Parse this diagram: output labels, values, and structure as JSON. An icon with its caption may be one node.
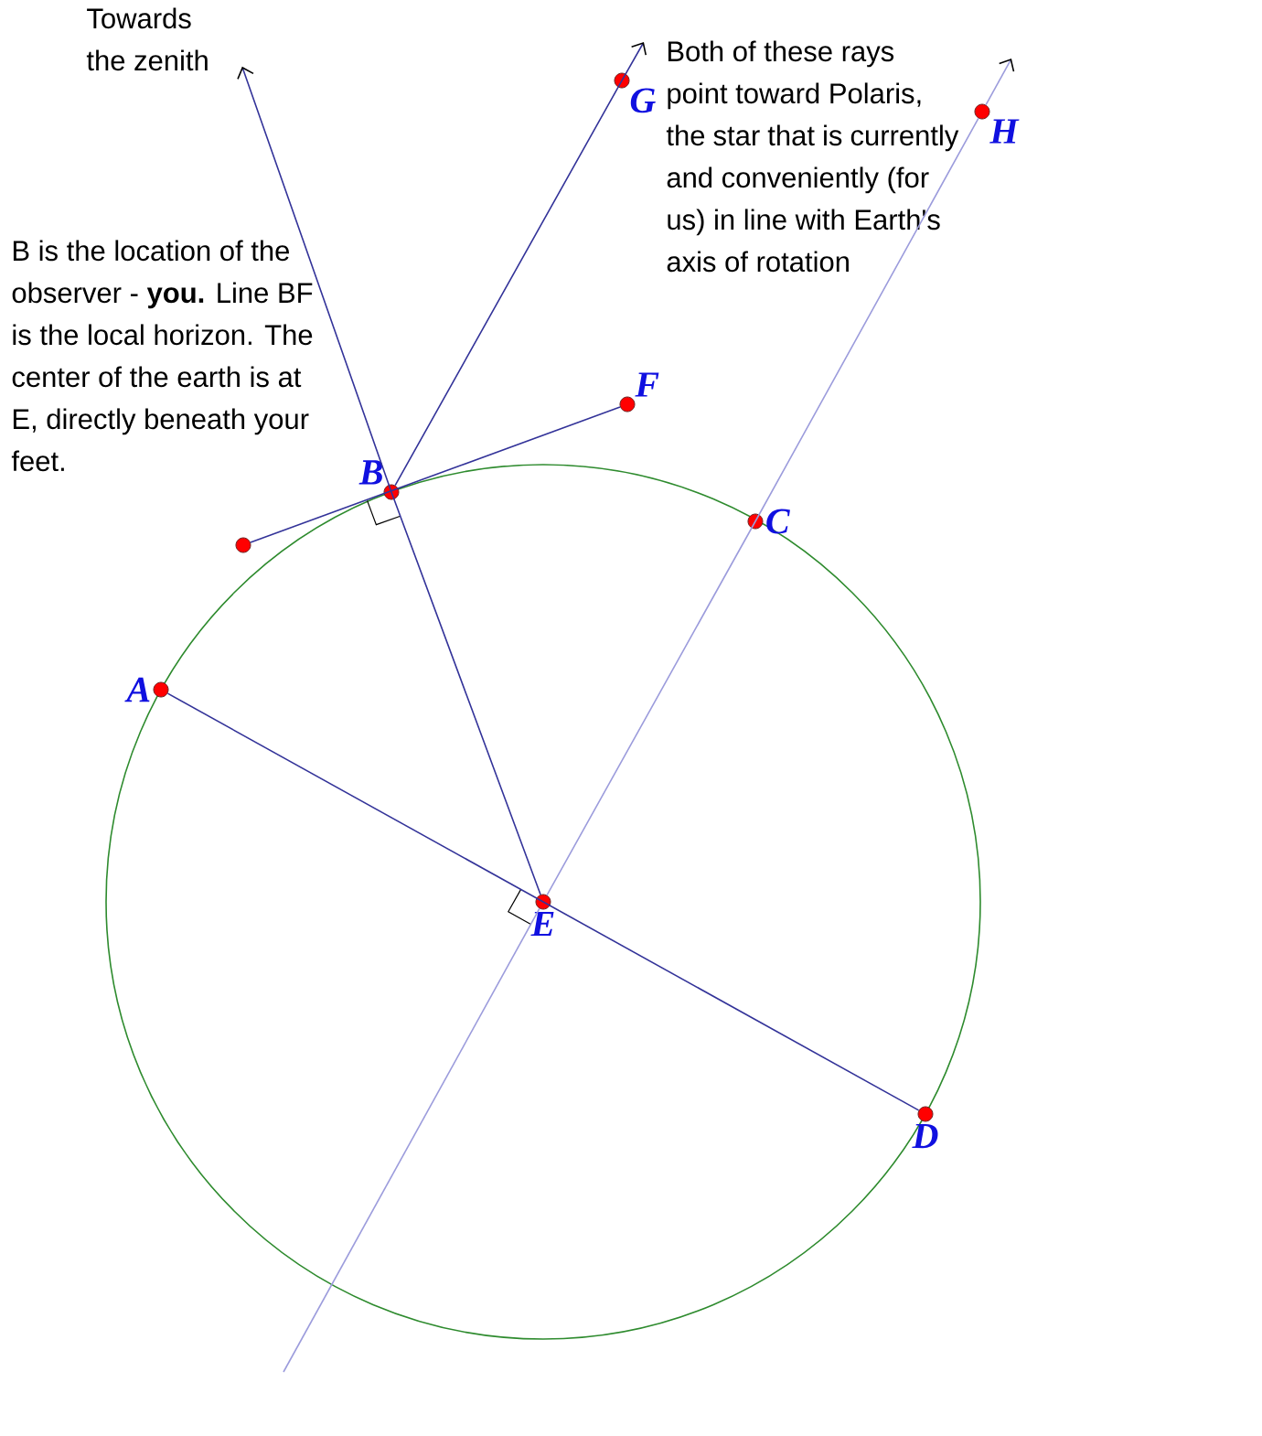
{
  "diagram": {
    "nodes": [
      {
        "text": [
          "Towards the zenith"
        ]
      },
      {
        "text": [
          "G"
        ]
      },
      {
        "text": [
          "Both of these rays point toward Polaris, the star that is currently and conveniently (for us) in line with Earth's axis of rotation"
        ]
      },
      {
        "text": [
          "H"
        ]
      },
      {
        "text": [
          "B is the location of the observer - **you.** Line BF is the local horizon. The center of the earth is at E, directly beneath your feet."
        ]
      },
      {
        "text": [
          "F"
        ]
      },
      {
        "text": [
          "B"
        ]
      },
      {
        "text": [],
        "shape": "circle"
      },
      {
        "text": [
          "C"
        ]
      },
      {
        "text": [
          "A"
        ]
      },
      {
        "text": [
          "E"
        ]
      },
      {
        "text": [
          "D"
        ]
      }
    ],
    "edges": [
      {
        "from": 10,
        "to": 0,
        "arrow": "to"
      },
      {
        "from": 6,
        "to": 1,
        "arrow": "to"
      },
      {
        "from": 10,
        "to": 3,
        "arrow": "none",
        "color": "#9c9cdc"
      },
      {
        "from": 9,
        "to": 11,
        "arrow": "none"
      },
      {
        "from": 7,
        "to": 5,
        "arrow": "none"
      },
      {
        "from": 10,
        "to": null,
        "arrow": "none",
        "color": "#9c9cdc"
      },
      {
        "from": 3,
        "to": null,
        "arrow": "to",
        "color": "#9c9cdc"
      }
    ]
  }
}
